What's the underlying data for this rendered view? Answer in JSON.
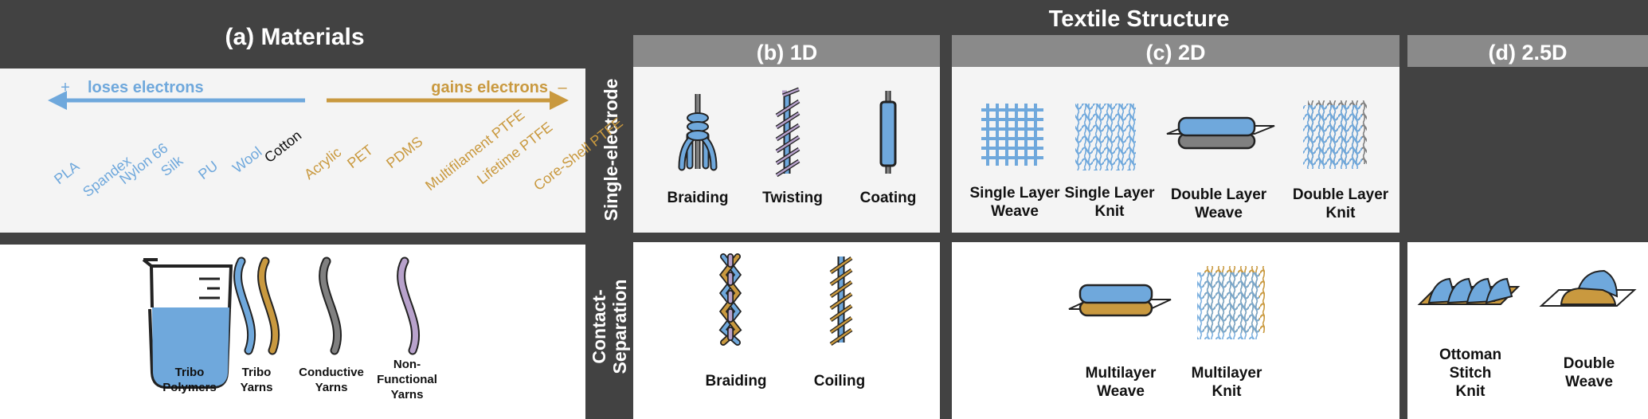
{
  "materials": {
    "title": "(a) Materials",
    "loses_label": "loses electrons",
    "gains_label": "gains electrons",
    "plus": "+",
    "minus": "–",
    "series": [
      "PLA",
      "Spandex",
      "Nylon 66",
      "Silk",
      "PU",
      "Wool",
      "Cotton",
      "Acrylic",
      "PET",
      "PDMS",
      "Multifilament PTFE",
      "Lifetime PTFE",
      "Core-Shell PTFE"
    ],
    "legend": [
      {
        "lines": [
          "Tribo",
          "Polymers"
        ]
      },
      {
        "lines": [
          "Tribo",
          "Yarns"
        ]
      },
      {
        "lines": [
          "Conductive",
          "Yarns"
        ]
      },
      {
        "lines": [
          "Non-",
          "Functional",
          "Yarns"
        ]
      }
    ]
  },
  "structure": {
    "title": "Textile Structure",
    "col_1d": "(b) 1D",
    "col_2d": "(c) 2D",
    "col_25d": "(d) 2.5D",
    "row_single": "Single-electrode",
    "row_contact": [
      "Contact-",
      "Separation"
    ]
  },
  "items": {
    "braiding_single": "Braiding",
    "twisting": "Twisting",
    "coating": "Coating",
    "sl_weave": [
      "Single Layer",
      "Weave"
    ],
    "sl_knit": [
      "Single Layer",
      "Knit"
    ],
    "dl_weave": [
      "Double Layer",
      "Weave"
    ],
    "dl_knit": [
      "Double Layer",
      "Knit"
    ],
    "braiding_contact": "Braiding",
    "coiling": "Coiling",
    "ml_weave": [
      "Multilayer",
      "Weave"
    ],
    "ml_knit": [
      "Multilayer",
      "Knit"
    ],
    "ottoman": [
      "Ottoman",
      "Stitch",
      "Knit"
    ],
    "double_weave": [
      "Double",
      "Weave"
    ]
  },
  "colors": {
    "dark": "#424242",
    "header_gray": "#8a8a8a",
    "panel": "#f4f4f4",
    "blue": "#6fa8dc",
    "gold": "#c9993f",
    "gray_yarn": "#808080",
    "lavender": "#b8a2cc"
  }
}
